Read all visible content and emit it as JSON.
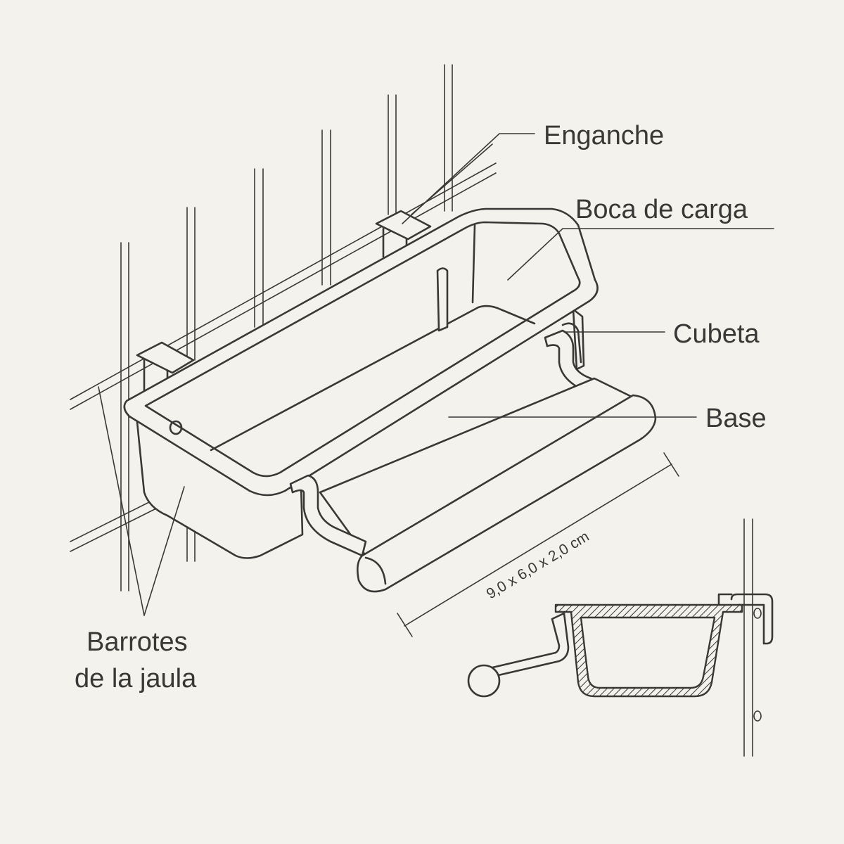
{
  "labels": {
    "hook": "Enganche",
    "mouth": "Boca de carga",
    "tray": "Cubeta",
    "base": "Base",
    "bars_line1": "Barrotes",
    "bars_line2": "de la jaula"
  },
  "dimension": "9,0 x 6,0 x 2,0 cm",
  "colors": {
    "line": "#3a3836",
    "background": "#f3f2ec",
    "hatch": "#3a3836"
  }
}
